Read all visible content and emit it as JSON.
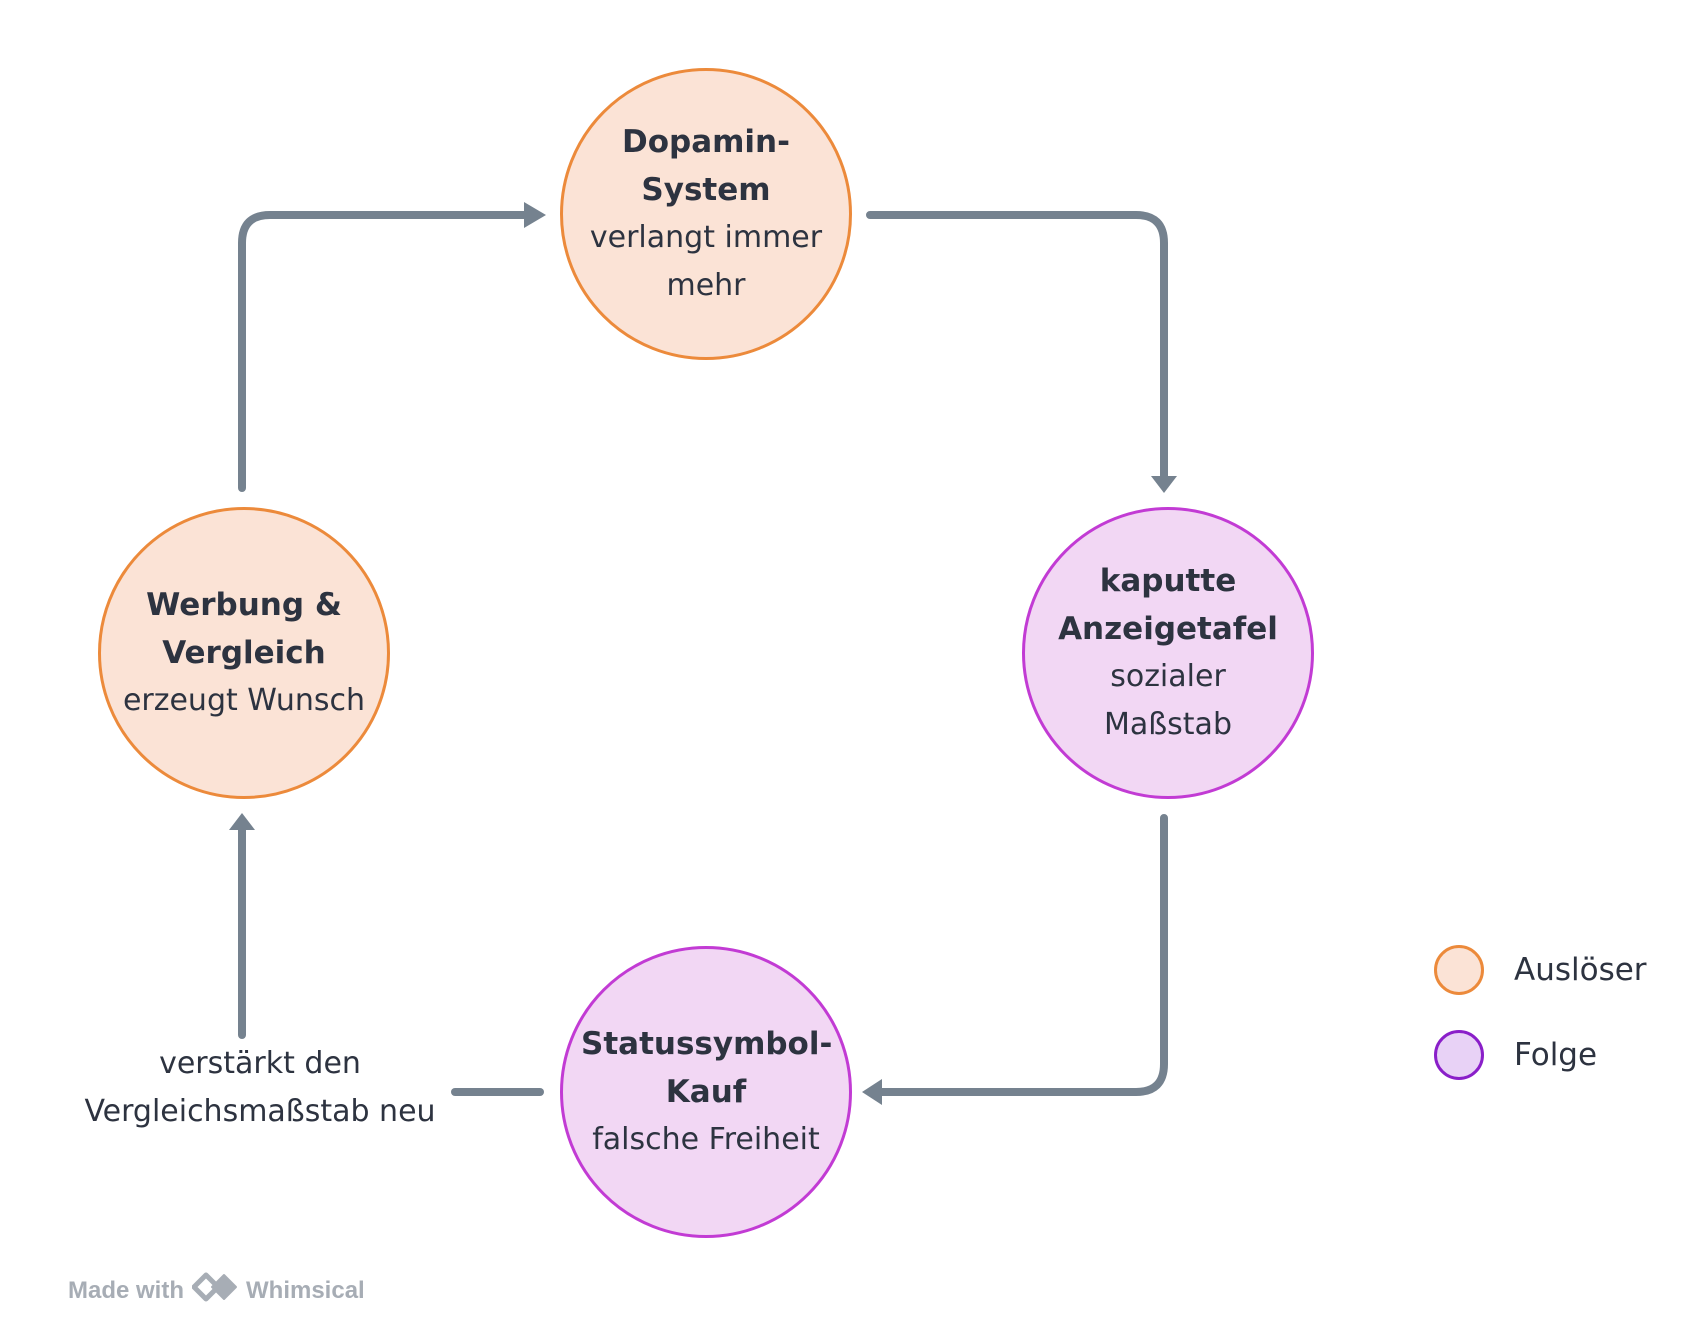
{
  "colors": {
    "trigger_fill": "#fbe3d6",
    "trigger_stroke": "#ec8a3b",
    "consequence_fill": "#f2d7f4",
    "consequence_stroke": "#c23bd4",
    "arrow": "#75828f",
    "text": "#2d3340"
  },
  "nodes": {
    "dopamin": {
      "title": "Dopamin-System",
      "subtitle": "verlangt immer mehr",
      "category": "trigger"
    },
    "anzeigetafel": {
      "title": "kaputte Anzeigetafel",
      "subtitle": "sozialer Maßstab",
      "category": "consequence"
    },
    "statussymbol": {
      "title": "Statussymbol-Kauf",
      "subtitle": "falsche Freiheit",
      "category": "consequence"
    },
    "werbung": {
      "title": "Werbung & Vergleich",
      "subtitle": "erzeugt Wunsch",
      "category": "trigger"
    }
  },
  "edges": [
    {
      "from": "werbung",
      "to": "dopamin"
    },
    {
      "from": "dopamin",
      "to": "anzeigetafel"
    },
    {
      "from": "anzeigetafel",
      "to": "statussymbol"
    },
    {
      "from": "statussymbol",
      "to": "werbung",
      "label": "verstärkt den Vergleichsmaßstab neu"
    }
  ],
  "legend": {
    "items": [
      {
        "label": "Auslöser",
        "category": "trigger"
      },
      {
        "label": "Folge",
        "category": "consequence"
      }
    ]
  },
  "watermark": {
    "prefix": "Made with",
    "brand": "Whimsical"
  }
}
